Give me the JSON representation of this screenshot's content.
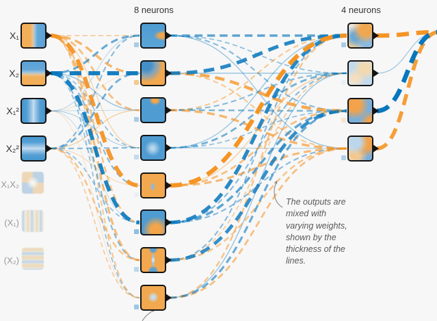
{
  "headers": {
    "layer1": "8 neurons",
    "layer2": "4 neurons"
  },
  "annotation": {
    "text": "The outputs are mixed with varying weights, shown by the thickness of the lines."
  },
  "colors": {
    "positive_weight": "#0877bd",
    "negative_weight": "#f59322",
    "node_border": "#141414",
    "background": "#f7f7f7",
    "annotation_text": "#5a5a5a",
    "arrow": "#888888"
  },
  "inputs": [
    {
      "label": "X₁",
      "pattern": "p-x1",
      "active": true
    },
    {
      "label": "X₂",
      "pattern": "p-x2",
      "active": true
    },
    {
      "label": "X₁²",
      "pattern": "p-x1sq",
      "active": true
    },
    {
      "label": "X₂²",
      "pattern": "p-x2sq",
      "active": true
    },
    {
      "label": "X₁X₂",
      "pattern": "p-x1x2",
      "active": false
    },
    {
      "label": "(X₁)",
      "pattern": "p-sinx1",
      "active": false
    },
    {
      "label": "(X₂)",
      "pattern": "p-sinx2",
      "active": false
    }
  ],
  "layer1": {
    "neurons": [
      {
        "pattern": "p-h0",
        "bias_color": "#a9cce6"
      },
      {
        "pattern": "p-h1",
        "bias_color": "#f3c98f"
      },
      {
        "pattern": "p-h2",
        "bias_color": "#a9cce6"
      },
      {
        "pattern": "p-h3",
        "bias_color": "#c2dbee"
      },
      {
        "pattern": "p-h4",
        "bias_color": "#eceff1"
      },
      {
        "pattern": "p-h5",
        "bias_color": "#8fc0e2"
      },
      {
        "pattern": "p-h6",
        "bias_color": "#bcd8ec"
      },
      {
        "pattern": "p-h7",
        "bias_color": "#9cc6e4"
      }
    ]
  },
  "layer2": {
    "neurons": [
      {
        "pattern": "p-m0",
        "bias_color": "#a9cce6"
      },
      {
        "pattern": "p-m1",
        "bias_color": "#e8eff5"
      },
      {
        "pattern": "p-m2",
        "bias_color": "#f3e6cf"
      },
      {
        "pattern": "p-m3",
        "bias_color": "#aed0e9"
      }
    ]
  },
  "network": {
    "links_input": [
      [
        0,
        0,
        -0.25
      ],
      [
        0,
        1,
        -0.5
      ],
      [
        0,
        2,
        -0.4
      ],
      [
        0,
        3,
        -0.18
      ],
      [
        0,
        4,
        -0.85
      ],
      [
        0,
        5,
        -0.35
      ],
      [
        0,
        6,
        -0.45
      ],
      [
        0,
        7,
        -0.3
      ],
      [
        1,
        0,
        0.45
      ],
      [
        1,
        1,
        0.85
      ],
      [
        1,
        2,
        0.2
      ],
      [
        1,
        3,
        0.25
      ],
      [
        1,
        4,
        0.3
      ],
      [
        1,
        5,
        0.8
      ],
      [
        1,
        6,
        0.3
      ],
      [
        1,
        7,
        0.25
      ],
      [
        2,
        0,
        0.12
      ],
      [
        2,
        1,
        -0.1
      ],
      [
        2,
        2,
        0.08
      ],
      [
        2,
        3,
        0.15
      ],
      [
        2,
        5,
        0.1
      ],
      [
        2,
        7,
        -0.08
      ],
      [
        3,
        0,
        0.3
      ],
      [
        3,
        1,
        0.4
      ],
      [
        3,
        2,
        -0.2
      ],
      [
        3,
        3,
        0.3
      ],
      [
        3,
        4,
        -0.15
      ],
      [
        3,
        5,
        0.25
      ],
      [
        3,
        6,
        -0.35
      ],
      [
        3,
        7,
        -0.25
      ]
    ],
    "links_hidden": [
      [
        0,
        0,
        0.5
      ],
      [
        0,
        1,
        0.25
      ],
      [
        0,
        2,
        0.3
      ],
      [
        0,
        3,
        0.2
      ],
      [
        1,
        0,
        0.75
      ],
      [
        1,
        1,
        0.2
      ],
      [
        1,
        2,
        -0.65
      ],
      [
        1,
        3,
        -0.3
      ],
      [
        2,
        0,
        -0.3
      ],
      [
        2,
        1,
        0.3
      ],
      [
        2,
        2,
        0.35
      ],
      [
        2,
        3,
        -0.5
      ],
      [
        3,
        0,
        0.2
      ],
      [
        3,
        1,
        0.4
      ],
      [
        3,
        2,
        0.25
      ],
      [
        3,
        3,
        0.15
      ],
      [
        4,
        0,
        -0.9
      ],
      [
        4,
        1,
        -0.2
      ],
      [
        4,
        2,
        -0.4
      ],
      [
        4,
        3,
        -0.45
      ],
      [
        5,
        0,
        0.75
      ],
      [
        5,
        1,
        0.3
      ],
      [
        5,
        2,
        0.5
      ],
      [
        5,
        3,
        0.3
      ],
      [
        6,
        0,
        0.3
      ],
      [
        6,
        1,
        -0.25
      ],
      [
        6,
        2,
        0.7
      ],
      [
        6,
        3,
        -0.35
      ],
      [
        7,
        0,
        -0.35
      ],
      [
        7,
        1,
        0.2
      ],
      [
        7,
        2,
        0.45
      ],
      [
        7,
        3,
        -0.4
      ]
    ],
    "links_output": [
      -0.9,
      0.18,
      0.95,
      -0.8
    ]
  }
}
